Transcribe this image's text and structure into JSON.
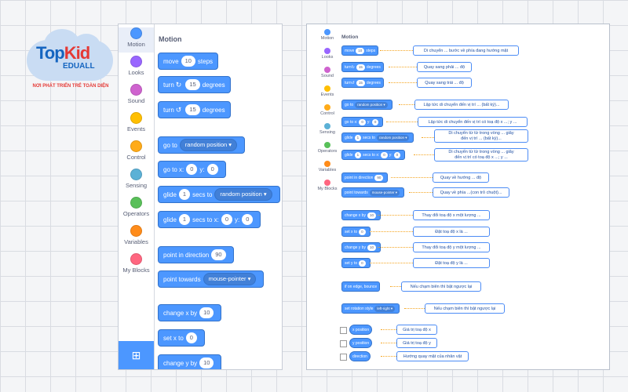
{
  "logo": {
    "top": "Top",
    "kid": "Kid",
    "sub": "EDUALL",
    "tagline": "NƠI PHÁT TRIỂN TRẺ TOÀN DIỆN"
  },
  "left_panel": {
    "categories": [
      {
        "label": "Motion",
        "color": "#4c97ff"
      },
      {
        "label": "Looks",
        "color": "#9966ff"
      },
      {
        "label": "Sound",
        "color": "#cf63cf"
      },
      {
        "label": "Events",
        "color": "#ffbf00"
      },
      {
        "label": "Control",
        "color": "#ffab19"
      },
      {
        "label": "Sensing",
        "color": "#5cb1d6"
      },
      {
        "label": "Operators",
        "color": "#59c059"
      },
      {
        "label": "Variables",
        "color": "#ff8c1a"
      },
      {
        "label": "My Blocks",
        "color": "#ff6680"
      }
    ],
    "title": "Motion",
    "blocks": {
      "move": {
        "a": "move",
        "v": "10",
        "b": "steps"
      },
      "turn_right": {
        "a": "turn",
        "icon": "↻",
        "v": "15",
        "b": "degrees"
      },
      "turn_left": {
        "a": "turn",
        "icon": "↺",
        "v": "15",
        "b": "degrees"
      },
      "goto": {
        "a": "go to",
        "d": "random position"
      },
      "goto_xy": {
        "a": "go to x:",
        "x": "0",
        "b": "y:",
        "y": "0"
      },
      "glide_to": {
        "a": "glide",
        "v": "1",
        "b": "secs to",
        "d": "random position"
      },
      "glide_xy": {
        "a": "glide",
        "v": "1",
        "b": "secs to x:",
        "x": "0",
        "c": "y:",
        "y": "0"
      },
      "point_dir": {
        "a": "point in direction",
        "v": "90"
      },
      "point_towards": {
        "a": "point towards",
        "d": "mouse-pointer"
      },
      "change_x": {
        "a": "change x by",
        "v": "10"
      },
      "set_x": {
        "a": "set x to",
        "v": "0"
      },
      "change_y": {
        "a": "change y by",
        "v": "10"
      }
    }
  },
  "right_panel": {
    "categories": [
      {
        "label": "Motion",
        "color": "#4c97ff"
      },
      {
        "label": "Looks",
        "color": "#9966ff"
      },
      {
        "label": "Sound",
        "color": "#cf63cf"
      },
      {
        "label": "Events",
        "color": "#ffbf00"
      },
      {
        "label": "Control",
        "color": "#ffab19"
      },
      {
        "label": "Sensing",
        "color": "#5cb1d6"
      },
      {
        "label": "Operators",
        "color": "#59c059"
      },
      {
        "label": "Variables",
        "color": "#ff8c1a"
      },
      {
        "label": "My Blocks",
        "color": "#ff6680"
      }
    ],
    "title": "Motion",
    "blocks": {
      "move": {
        "a": "move",
        "v": "10",
        "b": "steps"
      },
      "turn_right": {
        "a": "turn",
        "icon": "↻",
        "v": "15",
        "b": "degrees"
      },
      "turn_left": {
        "a": "turn",
        "icon": "↺",
        "v": "15",
        "b": "degrees"
      },
      "goto": {
        "a": "go to",
        "d": "random position"
      },
      "goto_xy": {
        "a": "go to x:",
        "x": "0",
        "b": "y:",
        "y": "0"
      },
      "glide_to": {
        "a": "glide",
        "v": "1",
        "b": "secs to",
        "d": "random position"
      },
      "glide_xy": {
        "a": "glide",
        "v": "1",
        "b": "secs to x:",
        "x": "0",
        "c": "y:",
        "y": "0"
      },
      "point_dir": {
        "a": "point in direction",
        "v": "90"
      },
      "point_towards": {
        "a": "point towards",
        "d": "mouse-pointer"
      },
      "change_x": {
        "a": "change x by",
        "v": "10"
      },
      "set_x": {
        "a": "set x to",
        "v": "0"
      },
      "change_y": {
        "a": "change y by",
        "v": "10"
      },
      "set_y": {
        "a": "set y to",
        "v": "0"
      },
      "bounce": {
        "a": "if on edge, bounce"
      },
      "rotation": {
        "a": "set rotation style",
        "d": "left-right"
      },
      "xpos": {
        "a": "x position"
      },
      "ypos": {
        "a": "y position"
      },
      "direction": {
        "a": "direction"
      }
    },
    "notes": {
      "move": "Di chuyển ... bước về phía đang hướng mặt",
      "turn_right": "Quay sang phải ... độ",
      "turn_left": "Quay sang trái ... độ",
      "goto": "Lập tức di chuyển đến vị trí ... (bất kỳ)...",
      "goto_xy": "Lập tức di chuyển đến vị trí có toạ độ x ...; y ...",
      "glide_to_1": "Di chuyển từ từ trong vòng ... giây",
      "glide_to_2": "đến vị trí ... (bất kỳ)...",
      "glide_xy_1": "Di chuyển từ từ trong vòng ... giây",
      "glide_xy_2": "đến vị trí có toạ độ x ...; y ...",
      "point_dir": "Quay về hướng ... độ",
      "point_towards": "Quay về phía ...(con trỏ chuột)...",
      "change_x": "Thay đổi toạ độ x một lượng ...",
      "set_x": "Đặt toạ độ x là ...",
      "change_y": "Thay đổi toạ độ y một lượng ...",
      "set_y": "Đặt toạ độ y là ...",
      "bounce": "Nếu chạm biên thì bật ngược lại",
      "rotation": "Nếu chạm biên thì bật ngược lại",
      "xpos": "Giá trị toạ độ x",
      "ypos": "Giá trị toạ độ y",
      "direction": "Hướng quay mặt của nhân vật"
    }
  }
}
